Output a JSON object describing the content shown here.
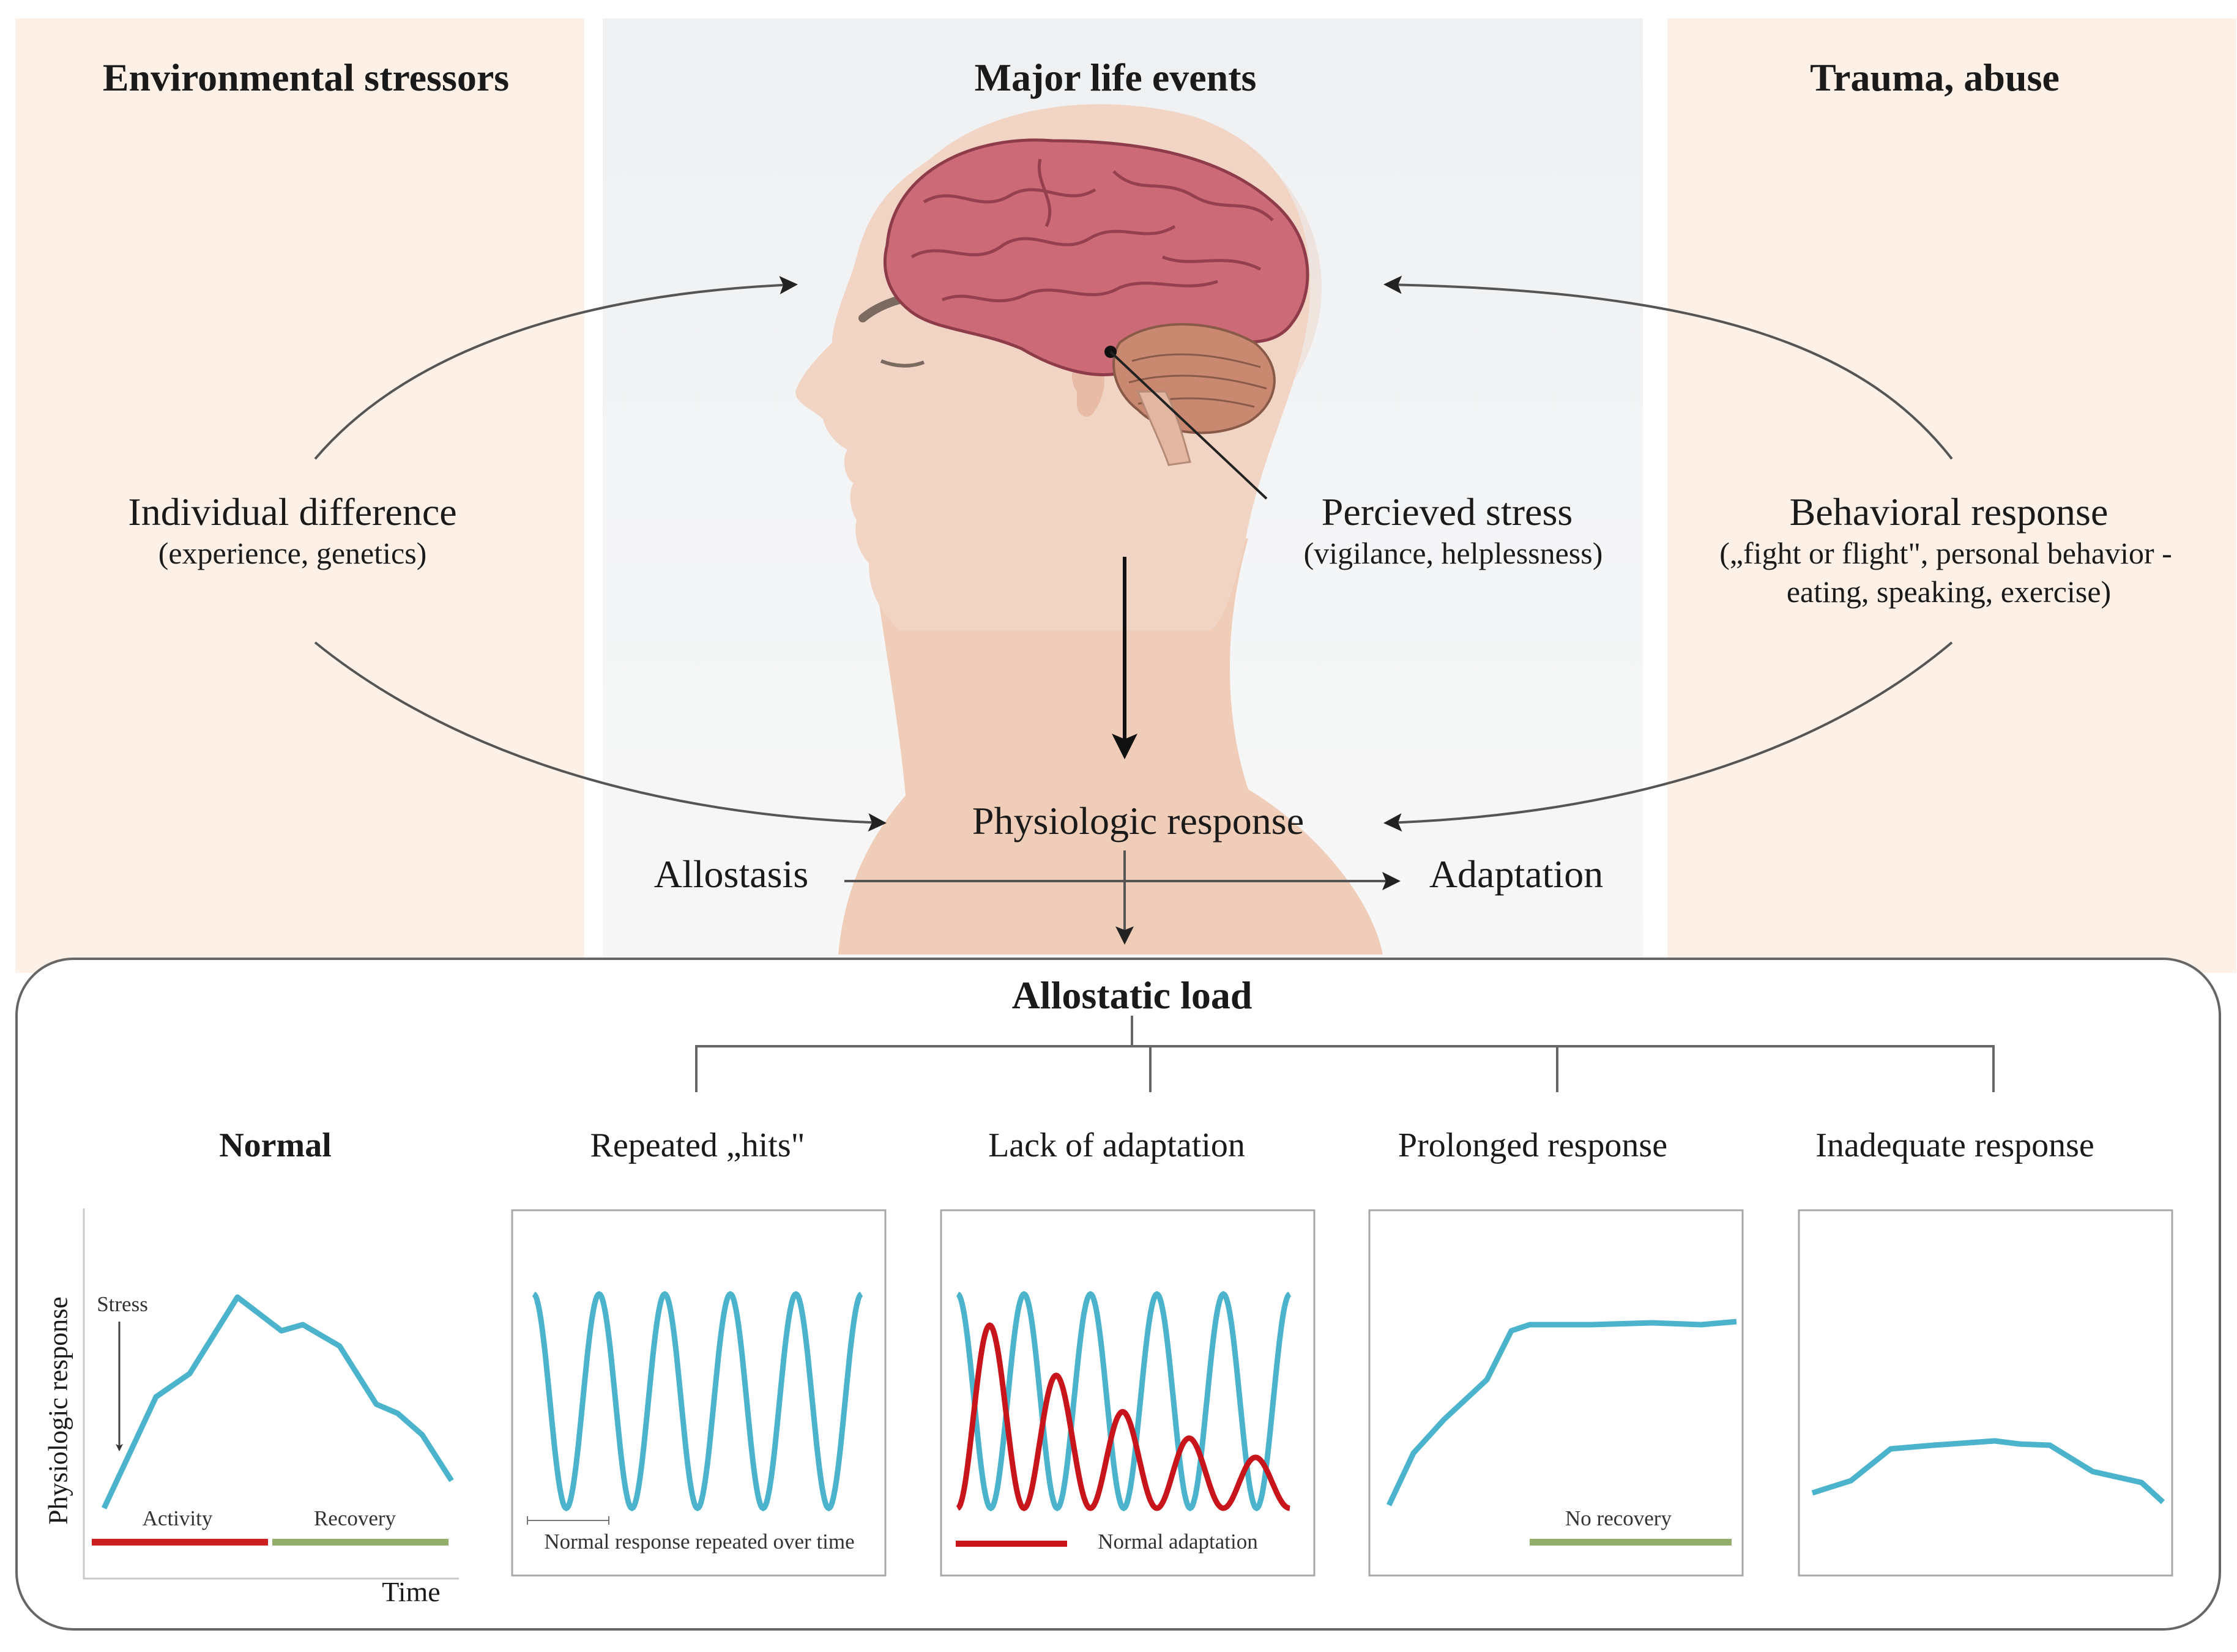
{
  "top_categories": {
    "left": "Environmental stressors",
    "center": "Major life events",
    "right": "Trauma, abuse"
  },
  "factors": {
    "individual_difference": {
      "title": "Individual difference",
      "detail": "(experience, genetics)"
    },
    "perceived_stress": {
      "title": "Percieved stress",
      "detail": "(vigilance, helplessness)"
    },
    "behavioral_response": {
      "title": "Behavioral response",
      "detail_line1": "(„fight or flight\", personal behavior -",
      "detail_line2": "eating, speaking, exercise)"
    }
  },
  "flow": {
    "physiologic_response": "Physiologic response",
    "allostasis": "Allostasis",
    "adaptation": "Adaptation"
  },
  "allostatic_load": {
    "title": "Allostatic load",
    "charts": [
      {
        "title": "Normal",
        "bold": true,
        "ylabel": "Physiologic response",
        "xlabel": "Time",
        "annotation": "Stress",
        "bar_left_label": "Activity",
        "bar_right_label": "Recovery"
      },
      {
        "title": "Repeated „hits\"",
        "caption": "Normal response repeated over time"
      },
      {
        "title": "Lack of adaptation",
        "caption": "Normal adaptation"
      },
      {
        "title": "Prolonged response",
        "caption": "No recovery"
      },
      {
        "title": "Inadequate response"
      }
    ]
  },
  "colors": {
    "response_line": "#4bb3cc",
    "adaptation_line": "#c8151b",
    "activity_bar": "#cc1f1f",
    "recovery_bar": "#93ad6a",
    "side_panel": "#fdf0e7",
    "brain": "#cc6a78",
    "skin": "#f0d0bf"
  }
}
